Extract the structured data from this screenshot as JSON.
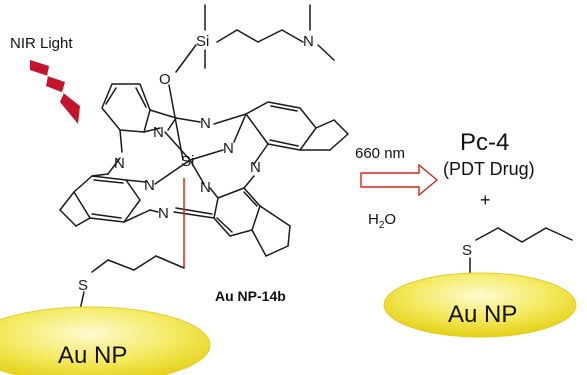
{
  "scheme": {
    "light_label": "NIR Light",
    "conjugate_label": "Au NP-14b",
    "nanoparticle_left": "Au NP",
    "nanoparticle_right": "Au NP",
    "arrow_top": "660 nm",
    "arrow_bottom_main": "H",
    "arrow_bottom_sub": "2",
    "arrow_bottom_tail": "O",
    "product_name": "Pc-4",
    "product_note": "(PDT Drug)",
    "plus_sign": "+"
  },
  "atoms": {
    "si_center": "Si",
    "si_axial": "Si",
    "oxygen": "O",
    "amine_n": "N",
    "sulfur_left": "S",
    "sulfur_right": "S",
    "n_pyrrole_left": "N",
    "n_pyrrole_right": "N",
    "n_pyrrole_top": "N",
    "n_pyrrole_bottom": "N",
    "n_meso_top": "N",
    "n_meso_left": "N",
    "n_meso_right": "N",
    "n_meso_bottom": "N"
  },
  "colors": {
    "lightning": "#c2152b",
    "arrow_outline": "#d9271e",
    "linker_line": "#d9271e",
    "np_fill_light": "#fbf7a6",
    "np_fill_dark": "#e9d51a"
  }
}
